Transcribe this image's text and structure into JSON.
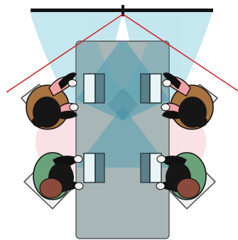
{
  "colors": {
    "background": "#ffffff",
    "camera_coverage": "#a9dbe8",
    "table_projection": "#56a3b8",
    "lower_overlap": "#f6cfd6",
    "table_fill": "#a8b6b7",
    "table_border": "#4f5658",
    "sightline": "#d41f1f",
    "mount_bar": "#111111",
    "screen_light": "#e8f4f6",
    "screen_dark": "#5b7f8b",
    "seat_fill": "#f1f1f1",
    "seat_border": "#444444",
    "person_top_shirt": "#a8733e",
    "person_top_sleeve": "#f0a2a7",
    "person_bottom_shirt": "#6aa37a",
    "person_bottom_head": "#8b4a3b",
    "hair": "#161616",
    "skin": "#f5f1ee"
  },
  "scene": {
    "camera_icon": "camera-mount-icon",
    "table": "conference-table",
    "laptops": 4,
    "participants": 4
  }
}
